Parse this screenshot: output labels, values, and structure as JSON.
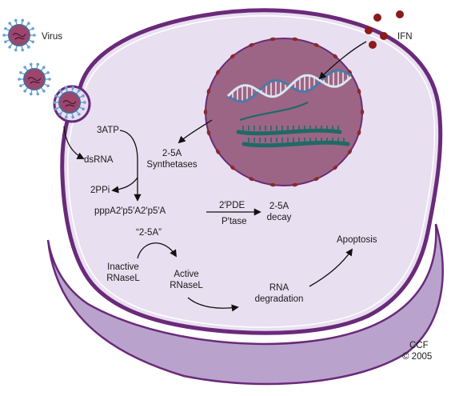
{
  "labels": {
    "virus": "Virus",
    "ifn": "IFN",
    "atp": "3ATP",
    "dsrna": "dsRNA",
    "ppi": "2PPi",
    "synthetases_line1": "2-5A",
    "synthetases_line2": "Synthetases",
    "oligo": "pppA2′p5′A2′p5′A",
    "pde": "2′PDE",
    "ptase": "P′tase",
    "decay_line1": "2-5A",
    "decay_line2": "decay",
    "two5a_quote": "“2-5A”",
    "inactive_line1": "Inactive",
    "inactive_line2": "RNaseL",
    "active_line1": "Active",
    "active_line2": "RNaseL",
    "rna_line1": "RNA",
    "rna_line2": "degradation",
    "apoptosis": "Apoptosis",
    "credit_line1": "CCF",
    "credit_line2": "© 2005"
  },
  "colors": {
    "membrane": "#6a2a7a",
    "cytoplasm": "#e8dff0",
    "cell_shadow": "#b9a3cc",
    "nucleus": "#9c6585",
    "nuclear_pore": "#8a2a2a",
    "ifn_dot": "#8b1a1a",
    "virus_body": "#a0456a",
    "virus_spike": "#6aa0d0",
    "dna_strand": "#4a7aa8",
    "rna_strand": "#1f6a66"
  }
}
